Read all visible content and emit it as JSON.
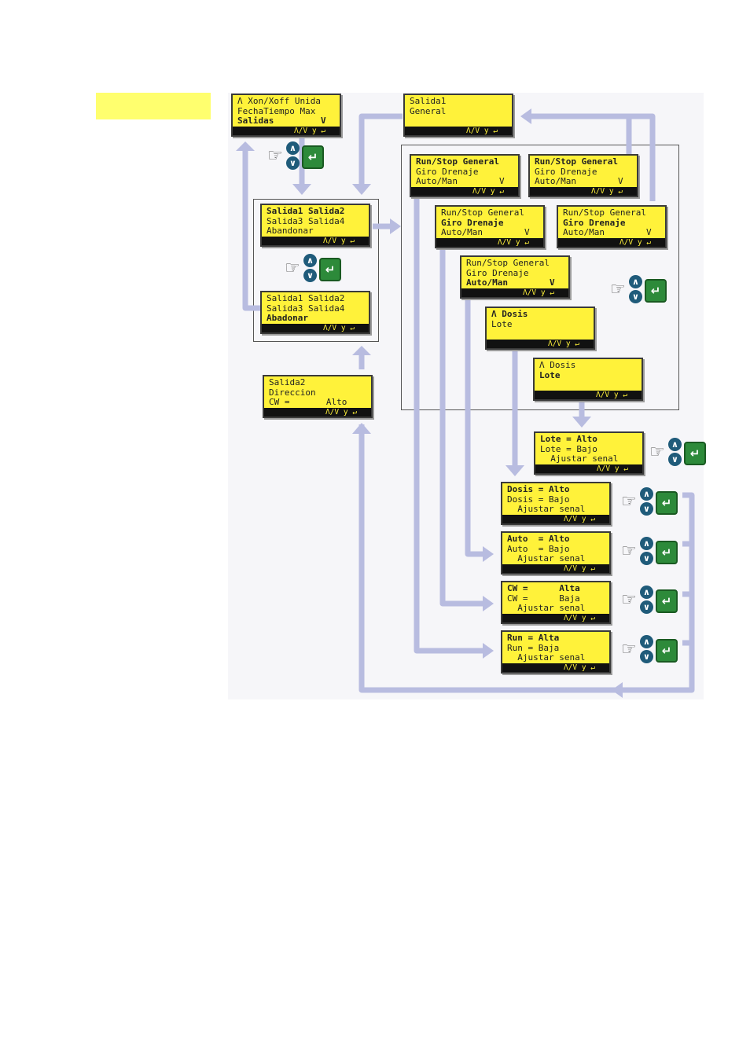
{
  "colors": {
    "lcd": "#fff23a",
    "arrow": "#b8bce0",
    "tag": "#ffff6e",
    "key_blue": "#1f5b7a",
    "key_green": "#2d8a3a"
  },
  "footer_label": "Λ/V y ↵",
  "screens": {
    "salidas_menu": {
      "rows": [
        "Λ Xon/Xoff Unida",
        "FechaTiempo Max",
        "Salidas         V"
      ],
      "bold_row": 2
    },
    "salida_sel_1": {
      "rows": [
        "Salida1 Salida2",
        "Salida3 Salida4",
        "Abandonar"
      ],
      "bold_row": 0
    },
    "salida_sel_2": {
      "rows": [
        "Salida1 Salida2",
        "Salida3 Salida4",
        "Abadonar"
      ],
      "bold_row": 2
    },
    "salida2_dir": {
      "rows": [
        "Salida2",
        "Direccion",
        "CW =       Alto"
      ],
      "bold_row": -1
    },
    "salida1_gen": {
      "rows": [
        "Salida1",
        "General"
      ],
      "bold_row": -1
    },
    "rs_a": {
      "rows": [
        "Run/Stop General",
        "Giro Drenaje",
        "Auto/Man        V"
      ],
      "bold_row": 0
    },
    "rs_b": {
      "rows": [
        "Run/Stop General",
        "Giro Drenaje",
        "Auto/Man        V"
      ],
      "bold_row": 0
    },
    "rs_c": {
      "rows": [
        "Run/Stop General",
        "Giro Drenaje",
        "Auto/Man        V"
      ],
      "bold_row": 1
    },
    "rs_d": {
      "rows": [
        "Run/Stop General",
        "Giro Drenaje",
        "Auto/Man        V"
      ],
      "bold_row": 1
    },
    "rs_e": {
      "rows": [
        "Run/Stop General",
        "Giro Drenaje",
        "Auto/Man        V"
      ],
      "bold_row": 2
    },
    "dosis_lote_1": {
      "rows": [
        "Λ Dosis",
        "Lote"
      ],
      "bold_row": 0
    },
    "dosis_lote_2": {
      "rows": [
        "Λ Dosis",
        "Lote"
      ],
      "bold_row": 1
    },
    "lote_cfg": {
      "rows": [
        "Lote = Alto",
        "Lote = Bajo",
        "  Ajustar senal"
      ],
      "bold_row": 0
    },
    "dosis_cfg": {
      "rows": [
        "Dosis = Alto",
        "Dosis = Bajo",
        "  Ajustar senal"
      ],
      "bold_row": 0
    },
    "auto_cfg": {
      "rows": [
        "Auto  = Alto",
        "Auto  = Bajo",
        "  Ajustar senal"
      ],
      "bold_row": 0
    },
    "cw_cfg": {
      "rows": [
        "CW =      Alta",
        "CW =      Baja",
        "  Ajustar senal"
      ],
      "bold_row": 0
    },
    "run_cfg": {
      "rows": [
        "Run = Alta",
        "Run = Baja",
        "  Ajustar senal"
      ],
      "bold_row": 0
    }
  },
  "key_icons": {
    "hand": "pointing-hand-icon",
    "up": "up-arrow-icon",
    "down": "down-arrow-icon",
    "enter": "enter-icon"
  }
}
